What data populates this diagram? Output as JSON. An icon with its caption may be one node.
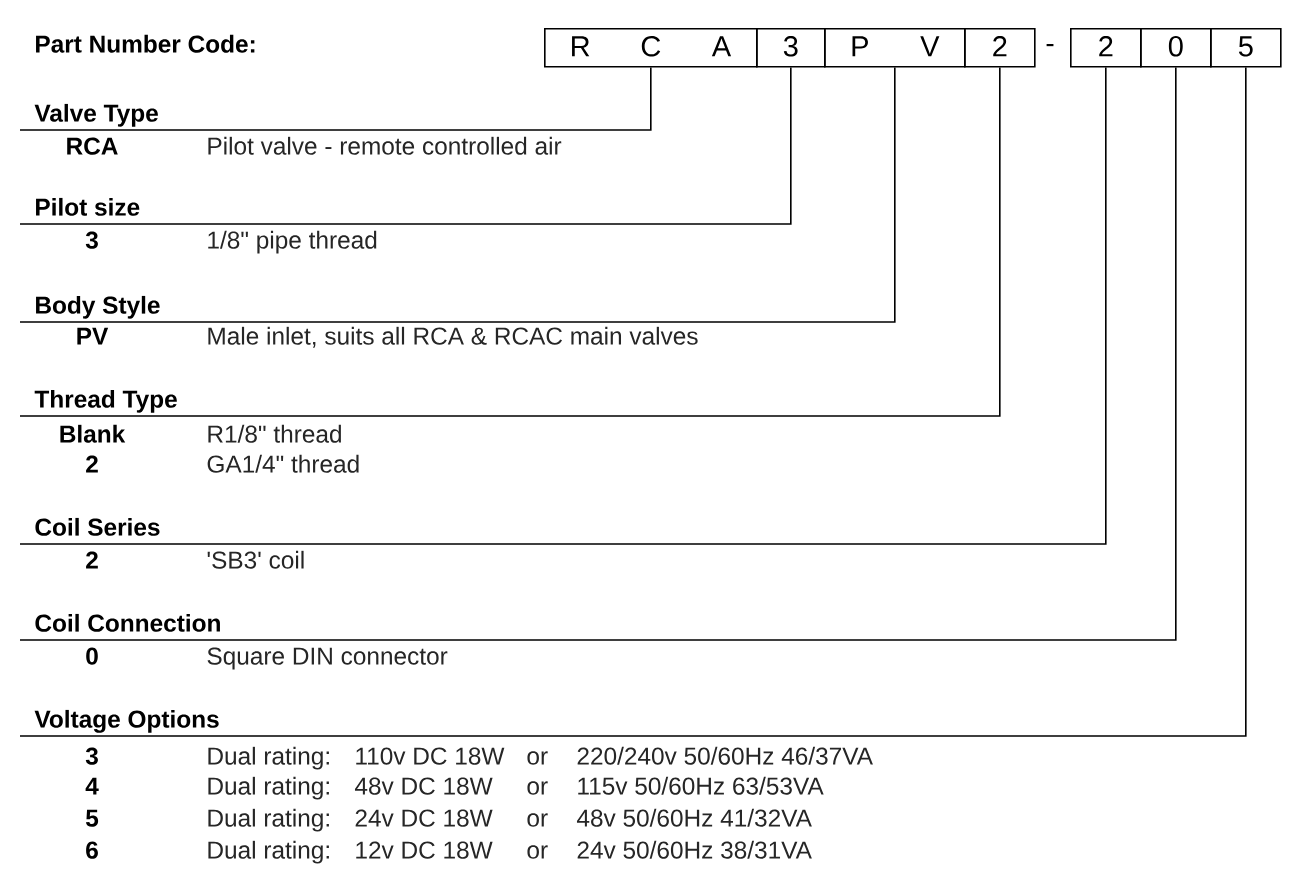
{
  "diagram": {
    "title": "Part Number Code:",
    "nodes": [
      {
        "text": [
          "R",
          "C",
          "A"
        ]
      },
      {
        "text": [
          "3"
        ]
      },
      {
        "text": [
          "P",
          "V"
        ]
      },
      {
        "text": [
          "2"
        ]
      },
      {
        "text": [
          "2"
        ]
      },
      {
        "text": [
          "0"
        ]
      },
      {
        "text": [
          "5"
        ]
      },
      {
        "text": [
          "Valve Type"
        ]
      },
      {
        "text": [
          "Pilot size"
        ]
      },
      {
        "text": [
          "Body Style"
        ]
      },
      {
        "text": [
          "Thread Type"
        ]
      },
      {
        "text": [
          "Coil Series"
        ]
      },
      {
        "text": [
          "Coil Connection"
        ]
      },
      {
        "text": [
          "Voltage Options"
        ]
      }
    ],
    "edges": [
      {
        "from": 0,
        "to": 7,
        "arrow": "none"
      },
      {
        "from": 1,
        "to": 8,
        "arrow": "none"
      },
      {
        "from": 2,
        "to": 9,
        "arrow": "none"
      },
      {
        "from": 3,
        "to": 10,
        "arrow": "none"
      },
      {
        "from": 4,
        "to": 11,
        "arrow": "none"
      },
      {
        "from": 5,
        "to": 12,
        "arrow": "none"
      },
      {
        "from": 6,
        "to": 13,
        "arrow": "none"
      }
    ],
    "labels": [
      "-",
      "RCA",
      "Pilot valve - remote controlled air",
      "3",
      "1/8\" pipe thread",
      "PV",
      "Male inlet, suits all RCA & RCAC main valves",
      "Blank",
      "R1/8\" thread",
      "2",
      "GA1/4\" thread",
      "2",
      "'SB3' coil",
      "0",
      "Square DIN connector",
      "3",
      "Dual rating:",
      "110v DC 18W",
      "or",
      "220/240v 50/60Hz 46/37VA",
      "4",
      "Dual rating:",
      "48v DC 18W",
      "or",
      "115v 50/60Hz 63/53VA",
      "5",
      "Dual rating:",
      "24v DC 18W",
      "or",
      "48v 50/60Hz 41/32VA",
      "6",
      "Dual rating:",
      "12v DC 18W",
      "or",
      "24v 50/60Hz 38/31VA"
    ]
  }
}
